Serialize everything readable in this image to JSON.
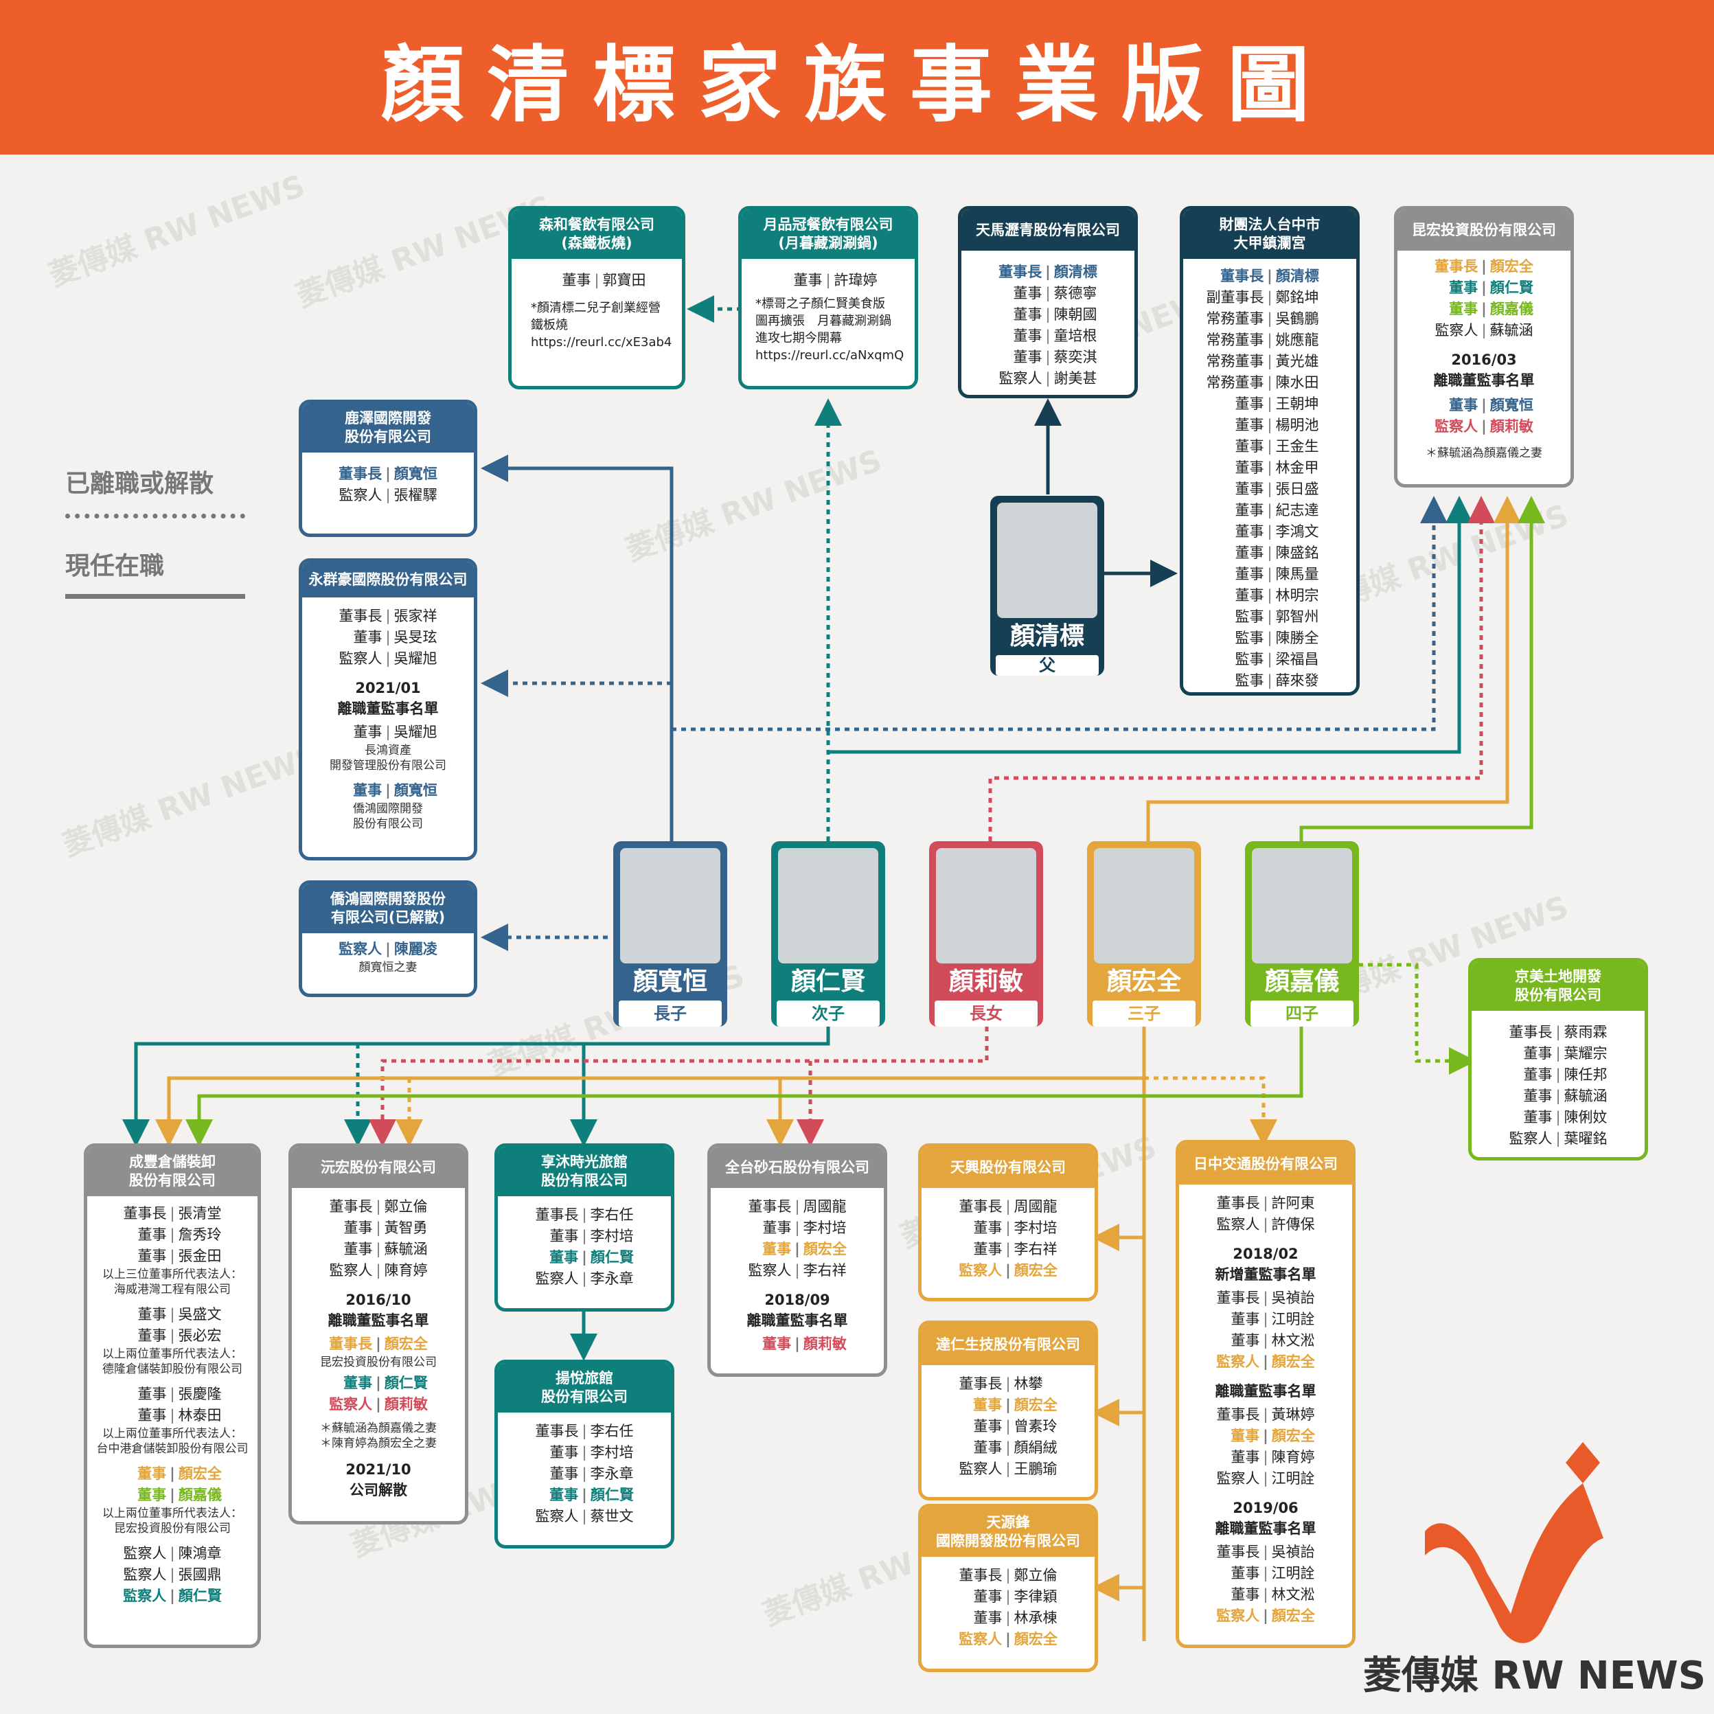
{
  "title": "顏清標家族事業版圖",
  "legend": {
    "dotted": "已離職或解散",
    "solid": "現任在職"
  },
  "brand": "菱傳媒 RW NEWS",
  "watermark": "菱傳媒 RW NEWS",
  "colors": {
    "header": "#ee5e2a",
    "navy": "#163f53",
    "blue": "#34648e",
    "teal": "#0f7f7c",
    "pink": "#d24b5a",
    "orange": "#e3a53c",
    "green": "#78b81f",
    "gray": "#8f8f8f"
  },
  "people": {
    "father": {
      "name": "顏清標",
      "role": "父"
    },
    "son1": {
      "name": "顏寬恒",
      "role": "長子"
    },
    "son2": {
      "name": "顏仁賢",
      "role": "次子"
    },
    "daughter": {
      "name": "顏莉敏",
      "role": "長女"
    },
    "son3": {
      "name": "顏宏全",
      "role": "三子"
    },
    "son4": {
      "name": "顏嘉儀",
      "role": "四子"
    }
  },
  "companies": {
    "senhe": {
      "title": [
        "森和餐飲有限公司",
        "(森鐵板燒)"
      ],
      "rows": [
        [
          "董事",
          "郭寶田"
        ]
      ],
      "note": [
        "*顏清標二兒子創業經營",
        "鐵板燒",
        "https://reurl.cc/xE3ab4"
      ]
    },
    "yuepin": {
      "title": [
        "月品冠餐飲有限公司",
        "(月暮藏涮涮鍋)"
      ],
      "rows": [
        [
          "董事",
          "許瑋婷"
        ]
      ],
      "note": [
        "*標哥之子顏仁賢美食版",
        "圖再擴張　月暮藏涮涮鍋",
        "進攻七期今開幕",
        "https://reurl.cc/aNxqmQ"
      ]
    },
    "tianma": {
      "title": [
        "天馬瀝青股份有限公司"
      ],
      "rows": [
        [
          "董事長",
          "顏清標"
        ],
        [
          "董事",
          "蔡德寧"
        ],
        [
          "董事",
          "陳朝國"
        ],
        [
          "董事",
          "童培根"
        ],
        [
          "董事",
          "蔡奕淇"
        ],
        [
          "監察人",
          "謝美甚"
        ]
      ]
    },
    "dajia": {
      "title": [
        "財團法人台中市",
        "大甲鎮瀾宮"
      ],
      "rows": [
        [
          "董事長",
          "顏清標"
        ],
        [
          "副董事長",
          "鄭銘坤"
        ],
        [
          "常務董事",
          "吳鶴鵬"
        ],
        [
          "常務董事",
          "姚應龍"
        ],
        [
          "常務董事",
          "黃光雄"
        ],
        [
          "常務董事",
          "陳水田"
        ],
        [
          "董事",
          "王朝坤"
        ],
        [
          "董事",
          "楊明池"
        ],
        [
          "董事",
          "王金生"
        ],
        [
          "董事",
          "林金甲"
        ],
        [
          "董事",
          "張日盛"
        ],
        [
          "董事",
          "紀志達"
        ],
        [
          "董事",
          "李鴻文"
        ],
        [
          "董事",
          "陳盛銘"
        ],
        [
          "董事",
          "陳馬量"
        ],
        [
          "董事",
          "林明宗"
        ],
        [
          "監事",
          "郭智州"
        ],
        [
          "監事",
          "陳勝全"
        ],
        [
          "監事",
          "梁福昌"
        ],
        [
          "監事",
          "薛來發"
        ]
      ]
    },
    "kunhong": {
      "title": [
        "昆宏投資股份有限公司"
      ],
      "rows": [
        [
          "董事長",
          "顏宏全"
        ],
        [
          "董事",
          "顏仁賢"
        ],
        [
          "董事",
          "顏嘉儀"
        ],
        [
          "監察人",
          "蘇毓涵"
        ]
      ],
      "resign_date": "2016/03",
      "resign_label": "離職董監事名單",
      "resigned": [
        [
          "董事",
          "顏寬恒"
        ],
        [
          "監察人",
          "顏莉敏"
        ]
      ],
      "note": "＊蘇毓涵為顏嘉儀之妻"
    },
    "luze": {
      "title": [
        "鹿澤國際開發",
        "股份有限公司"
      ],
      "rows": [
        [
          "董事長",
          "顏寬恒"
        ],
        [
          "監察人",
          "張櫂驛"
        ]
      ]
    },
    "yongqun": {
      "title": [
        "永群豪國際股份有限公司"
      ],
      "rows": [
        [
          "董事長",
          "張家祥"
        ],
        [
          "董事",
          "吳旻玹"
        ],
        [
          "監察人",
          "吳耀旭"
        ]
      ],
      "resign_date": "2021/01",
      "resign_label": "離職董監事名單",
      "r1": [
        "董事",
        "吳耀旭"
      ],
      "r1_sub": [
        "長鴻資產",
        "開發管理股份有限公司"
      ],
      "r2": [
        "董事",
        "顏寬恒"
      ],
      "r2_sub": [
        "僑鴻國際開發",
        "股份有限公司"
      ]
    },
    "qiaohong": {
      "title": [
        "僑鴻國際開發股份",
        "有限公司(已解散)"
      ],
      "rows": [
        [
          "監察人",
          "陳麗凌"
        ]
      ],
      "note": "顏寬恒之妻"
    },
    "jingmei": {
      "title": [
        "京美土地開發",
        "股份有限公司"
      ],
      "rows": [
        [
          "董事長",
          "蔡雨霖"
        ],
        [
          "董事",
          "葉耀宗"
        ],
        [
          "董事",
          "陳任邦"
        ],
        [
          "董事",
          "蘇毓涵"
        ],
        [
          "董事",
          "陳俐妏"
        ],
        [
          "監察人",
          "葉曜銘"
        ]
      ]
    },
    "chengfeng": {
      "title": [
        "成豐倉儲裝卸",
        "股份有限公司"
      ],
      "g1": [
        [
          "董事長",
          "張清堂"
        ],
        [
          "董事",
          "詹秀玲"
        ],
        [
          "董事",
          "張金田"
        ]
      ],
      "g1_sub": [
        "以上三位董事所代表法人：",
        "海威港灣工程有限公司"
      ],
      "g2": [
        [
          "董事",
          "吳盛文"
        ],
        [
          "董事",
          "張必宏"
        ]
      ],
      "g2_sub": [
        "以上兩位董事所代表法人：",
        "德隆倉儲裝卸股份有限公司"
      ],
      "g3": [
        [
          "董事",
          "張慶隆"
        ],
        [
          "董事",
          "林泰田"
        ]
      ],
      "g3_sub": [
        "以上兩位董事所代表法人：",
        "台中港倉儲裝卸股份有限公司"
      ],
      "g4": [
        [
          "董事",
          "顏宏全"
        ],
        [
          "董事",
          "顏嘉儀"
        ]
      ],
      "g4_sub": [
        "以上兩位董事所代表法人：",
        "昆宏投資股份有限公司"
      ],
      "g5": [
        [
          "監察人",
          "陳鴻章"
        ],
        [
          "監察人",
          "張國鼎"
        ],
        [
          "監察人",
          "顏仁賢"
        ]
      ]
    },
    "yuanhong": {
      "title": [
        "沅宏股份有限公司"
      ],
      "rows": [
        [
          "董事長",
          "鄭立倫"
        ],
        [
          "董事",
          "黃智勇"
        ],
        [
          "董事",
          "蘇毓涵"
        ],
        [
          "監察人",
          "陳育婷"
        ]
      ],
      "resign_date": "2016/10",
      "resign_label": "離職董監事名單",
      "r1": [
        "董事長",
        "顏宏全"
      ],
      "r1_sub": "昆宏投資股份有限公司",
      "r2": [
        "董事",
        "顏仁賢"
      ],
      "r3": [
        "監察人",
        "顏莉敏"
      ],
      "note": [
        "＊蘇毓涵為顏嘉儀之妻",
        "＊陳育婷為顏宏全之妻"
      ],
      "closed_date": "2021/10",
      "closed_label": "公司解散"
    },
    "xiangmu": {
      "title": [
        "享沐時光旅館",
        "股份有限公司"
      ],
      "rows": [
        [
          "董事長",
          "李右任"
        ],
        [
          "董事",
          "李村培"
        ],
        [
          "董事",
          "顏仁賢"
        ],
        [
          "監察人",
          "李永章"
        ]
      ]
    },
    "yangyue": {
      "title": [
        "揚悅旅館",
        "股份有限公司"
      ],
      "rows": [
        [
          "董事長",
          "李右任"
        ],
        [
          "董事",
          "李村培"
        ],
        [
          "董事",
          "李永章"
        ],
        [
          "董事",
          "顏仁賢"
        ],
        [
          "監察人",
          "蔡世文"
        ]
      ]
    },
    "quantai": {
      "title": [
        "全台砂石股份有限公司"
      ],
      "rows": [
        [
          "董事長",
          "周國龍"
        ],
        [
          "董事",
          "李村培"
        ],
        [
          "董事",
          "顏宏全"
        ],
        [
          "監察人",
          "李右祥"
        ]
      ],
      "resign_date": "2018/09",
      "resign_label": "離職董監事名單",
      "resigned": [
        [
          "董事",
          "顏莉敏"
        ]
      ]
    },
    "tianxing": {
      "title": [
        "天興股份有限公司"
      ],
      "rows": [
        [
          "董事長",
          "周國龍"
        ],
        [
          "董事",
          "李村培"
        ],
        [
          "董事",
          "李右祥"
        ],
        [
          "監察人",
          "顏宏全"
        ]
      ]
    },
    "daren": {
      "title": [
        "達仁生技股份有限公司"
      ],
      "rows": [
        [
          "董事長",
          "林攀"
        ],
        [
          "董事",
          "顏宏全"
        ],
        [
          "董事",
          "曾素玲"
        ],
        [
          "董事",
          "顏絹絨"
        ],
        [
          "監察人",
          "王鵬瑜"
        ]
      ]
    },
    "tianyuan": {
      "title": [
        "天源鋒",
        "國際開發股份有限公司"
      ],
      "rows": [
        [
          "董事長",
          "鄭立倫"
        ],
        [
          "董事",
          "李律穎"
        ],
        [
          "董事",
          "林承棟"
        ],
        [
          "監察人",
          "顏宏全"
        ]
      ]
    },
    "rizhong": {
      "title": [
        "日中交通股份有限公司"
      ],
      "rows": [
        [
          "董事長",
          "許阿東"
        ],
        [
          "監察人",
          "許傳保"
        ]
      ],
      "add_date": "2018/02",
      "add_label": "新增董監事名單",
      "added": [
        [
          "董事長",
          "吳禎詒"
        ],
        [
          "董事",
          "江明詮"
        ],
        [
          "董事",
          "林文淞"
        ],
        [
          "監察人",
          "顏宏全"
        ]
      ],
      "resign_label": "離職董監事名單",
      "resigned": [
        [
          "董事長",
          "黃琳婷"
        ],
        [
          "董事",
          "顏宏全"
        ],
        [
          "董事",
          "陳育婷"
        ],
        [
          "監察人",
          "江明詮"
        ]
      ],
      "resign2_date": "2019/06",
      "resign2_label": "離職董監事名單",
      "resigned2": [
        [
          "董事長",
          "吳禎詒"
        ],
        [
          "董事",
          "江明詮"
        ],
        [
          "董事",
          "林文淞"
        ],
        [
          "監察人",
          "顏宏全"
        ]
      ]
    }
  }
}
